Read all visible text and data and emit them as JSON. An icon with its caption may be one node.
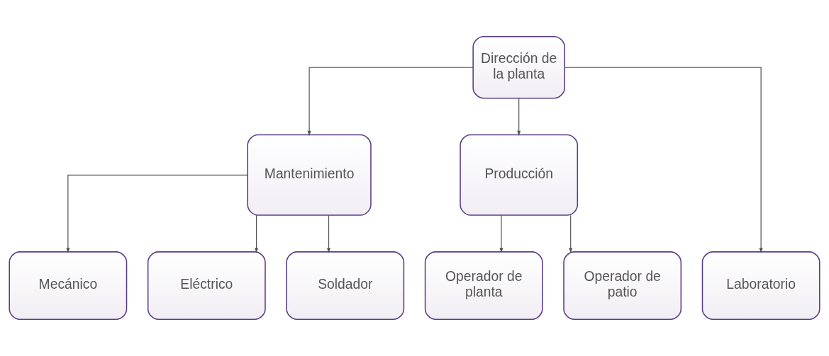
{
  "diagram": {
    "nodes": [
      {
        "text": [
          "Dirección de la planta"
        ]
      },
      {
        "text": [
          "Mantenimiento"
        ]
      },
      {
        "text": [
          "Producción"
        ]
      },
      {
        "text": [
          "Mecánico"
        ]
      },
      {
        "text": [
          "Eléctrico"
        ]
      },
      {
        "text": [
          "Soldador"
        ]
      },
      {
        "text": [
          "Laboratorio"
        ]
      },
      {
        "text": [
          "Operador de planta"
        ]
      },
      {
        "text": [
          "Operador de patio"
        ]
      }
    ],
    "edges": [
      {
        "from": 0,
        "to": 1,
        "arrow": "to"
      },
      {
        "from": 0,
        "to": 6,
        "arrow": "to"
      },
      {
        "from": 0,
        "to": 2,
        "arrow": "to"
      },
      {
        "from": 1,
        "to": 3,
        "arrow": "to"
      },
      {
        "from": 1,
        "to": 4,
        "arrow": "to"
      },
      {
        "from": 1,
        "to": 5,
        "arrow": "to"
      },
      {
        "from": 2,
        "to": 7,
        "arrow": "to"
      },
      {
        "from": 2,
        "to": 8,
        "arrow": "to"
      }
    ]
  }
}
